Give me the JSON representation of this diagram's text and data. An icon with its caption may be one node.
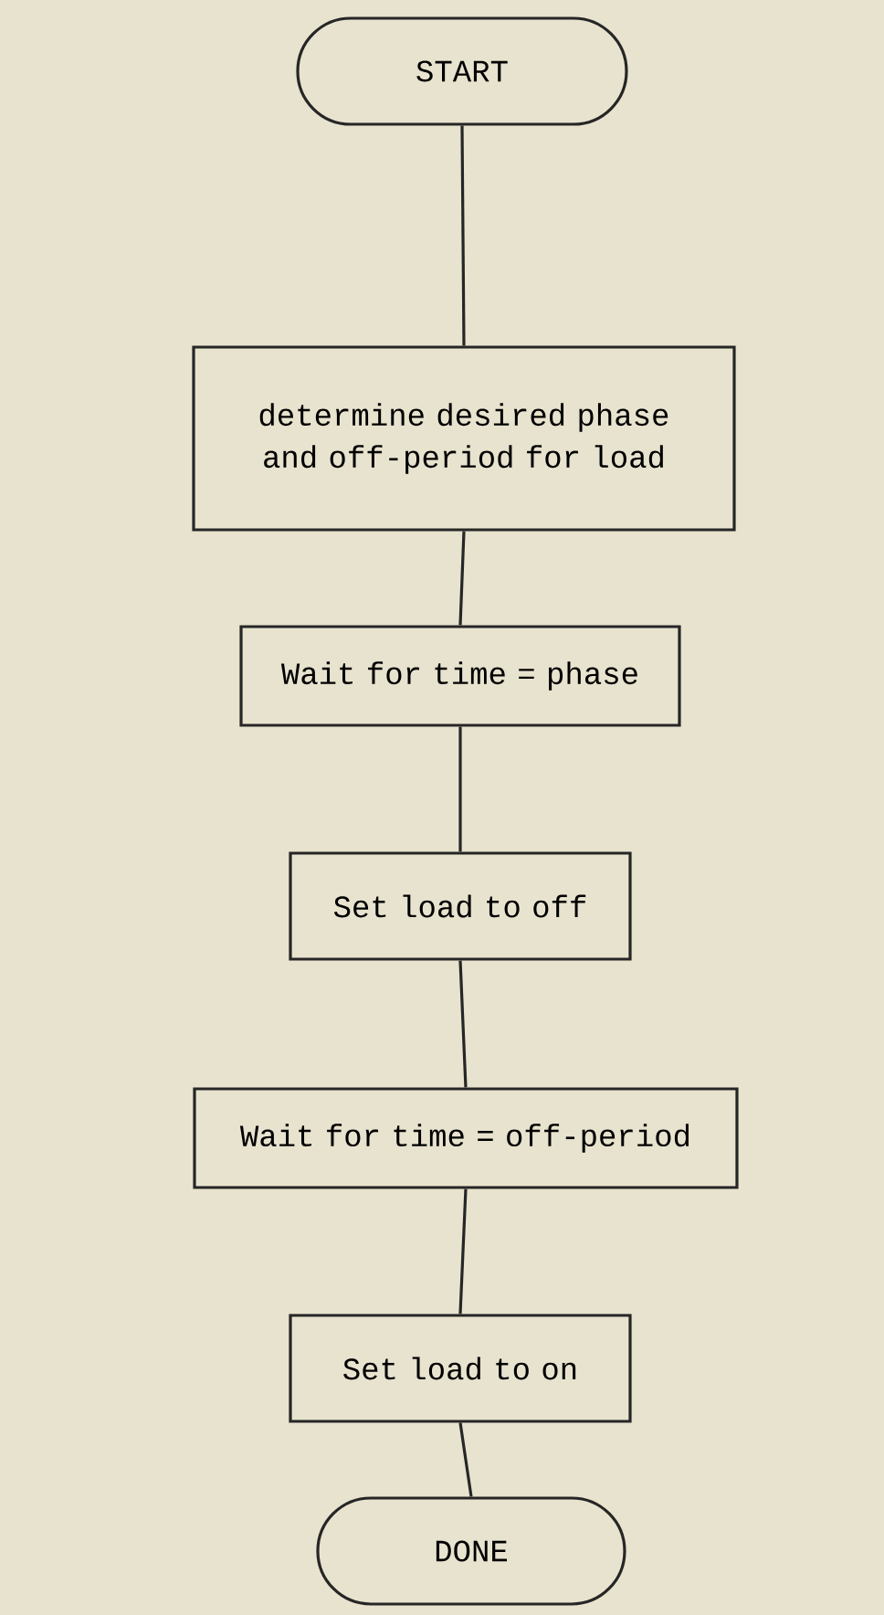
{
  "diagram": {
    "nodes": [
      {
        "text": [
          "START"
        ]
      },
      {
        "text": [
          "determine desired phase and off-period for load"
        ]
      },
      {
        "text": [
          "Wait for time = phase"
        ]
      },
      {
        "text": [
          "Set load to off"
        ]
      },
      {
        "text": [
          "Wait for time = off-period"
        ]
      },
      {
        "text": [
          "Set load to on"
        ]
      },
      {
        "text": [
          "DONE"
        ]
      }
    ],
    "edges": [
      {
        "from": 0,
        "to": 1,
        "arrow": "none"
      },
      {
        "from": 1,
        "to": 2,
        "arrow": "none"
      },
      {
        "from": 2,
        "to": 3,
        "arrow": "none"
      },
      {
        "from": 3,
        "to": 4,
        "arrow": "none"
      },
      {
        "from": 4,
        "to": 5,
        "arrow": "none"
      },
      {
        "from": 5,
        "to": 6,
        "arrow": "none"
      }
    ]
  }
}
